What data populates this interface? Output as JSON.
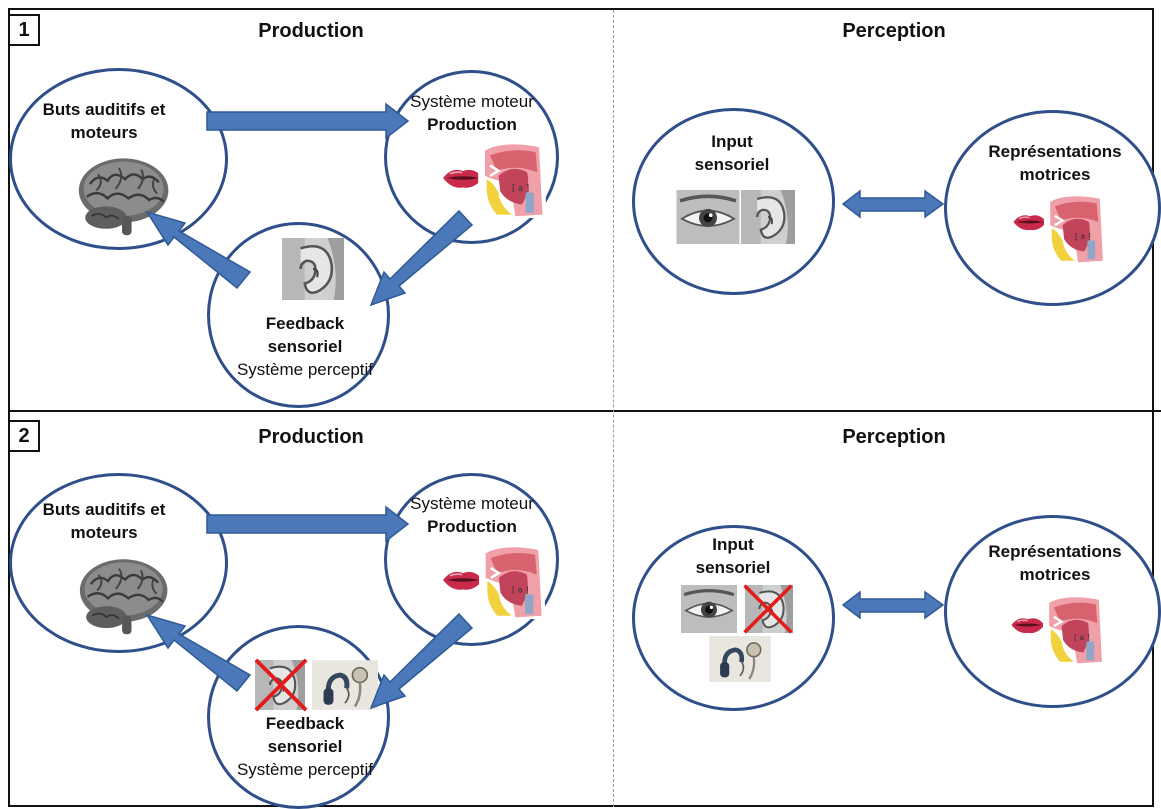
{
  "panel1": {
    "number": "1",
    "production_title": "Production",
    "perception_title": "Perception",
    "goals": {
      "line1": "Buts auditifs et",
      "line2": "moteurs"
    },
    "motor": {
      "line1": "Système moteur",
      "line2": "Production"
    },
    "feedback": {
      "line1": "Feedback",
      "line2": "sensoriel",
      "line3": "Système perceptif"
    },
    "input": {
      "line1": "Input",
      "line2": "sensoriel"
    },
    "representations": {
      "line1": "Représentations",
      "line2": "motrices"
    },
    "vocal_tract_symbol": "[a]"
  },
  "panel2": {
    "number": "2",
    "production_title": "Production",
    "perception_title": "Perception",
    "goals": {
      "line1": "Buts auditifs et",
      "line2": "moteurs"
    },
    "motor": {
      "line1": "Système moteur",
      "line2": "Production"
    },
    "feedback": {
      "line1": "Feedback",
      "line2": "sensoriel",
      "line3": "Système perceptif"
    },
    "input": {
      "line1": "Input",
      "line2": "sensoriel"
    },
    "representations": {
      "line1": "Représentations",
      "line2": "motrices"
    },
    "vocal_tract_symbol": "[a]"
  },
  "colors": {
    "arrow": "#4a78b8",
    "arrow_edge": "#2f5a96",
    "circle_edge": "#2f4f8a",
    "cross": "#e21b1b"
  },
  "icons": [
    "brain-icon",
    "mouth-icon",
    "vocal-tract-icon",
    "ear-icon",
    "eye-icon",
    "cochlear-implant-icon",
    "red-cross-icon"
  ]
}
